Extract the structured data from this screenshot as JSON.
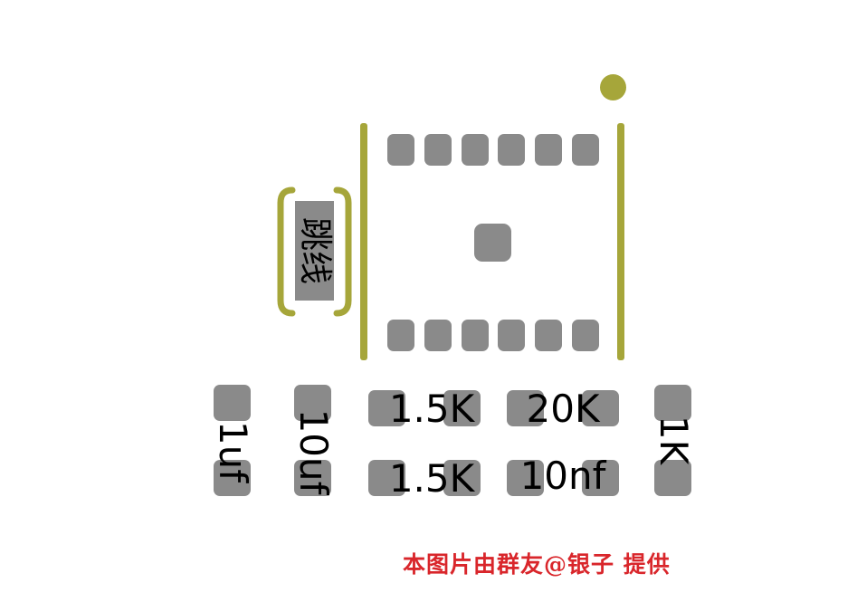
{
  "ic": {
    "pin1_marker_color": "#a6a63a",
    "pad_color": "#8a8a8a"
  },
  "jumper": {
    "label": "跳线"
  },
  "components": {
    "c1": {
      "label": "1uf"
    },
    "c2": {
      "label": "10uf"
    },
    "r1": {
      "label": "1.5K"
    },
    "r2": {
      "label": "1.5K"
    },
    "r3": {
      "label": "20K"
    },
    "c3": {
      "label": "10nf"
    },
    "r4": {
      "label": "1K"
    }
  },
  "credit": {
    "text": "本图片由群友@银子  提供",
    "color": "#d9262b"
  }
}
